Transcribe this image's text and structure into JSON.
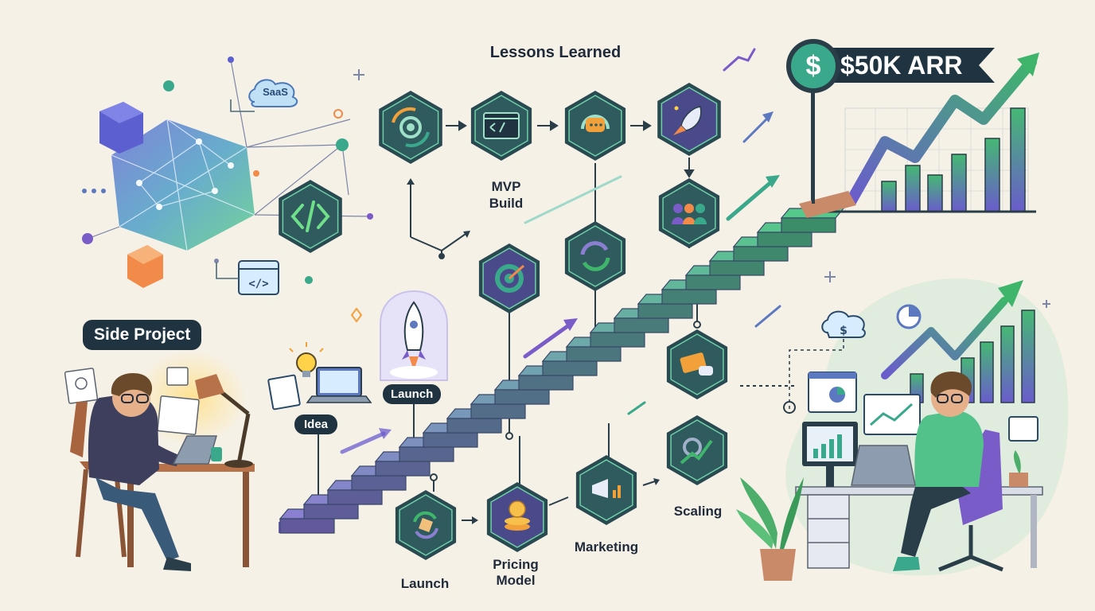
{
  "title": "Lessons Learned",
  "arr_sign": {
    "currency": "$",
    "text": "$50K ARR"
  },
  "side_project": "Side Project",
  "cloud_label": "SaaS",
  "steps": {
    "mvp": "MVP\nBuild",
    "launch_top": "Launch",
    "idea": "Idea",
    "launch_bottom": "Launch",
    "pricing": "Pricing\nModel",
    "marketing": "Marketing",
    "scaling": "Scaling"
  },
  "icons": {
    "hex_1": "gear-cycle-icon",
    "hex_2": "code-window-icon",
    "hex_3": "support-headset-icon",
    "hex_4": "rocket-icon",
    "hex_5": "team-icon",
    "hex_6": "refresh-icon",
    "hex_7": "target-icon",
    "hex_8": "ticket-chat-icon",
    "hex_9": "growth-gear-icon",
    "hex_10": "launch-box-icon",
    "hex_11": "coins-icon",
    "hex_12": "megaphone-icon",
    "hex_13": "code-tag-icon"
  },
  "colors": {
    "background": "#f6f1e6",
    "hex_border": "#2a4a52",
    "teal": "#3aa88a",
    "purple": "#7a5cc8",
    "green": "#4cc26e",
    "navy": "#1f2a3a"
  }
}
